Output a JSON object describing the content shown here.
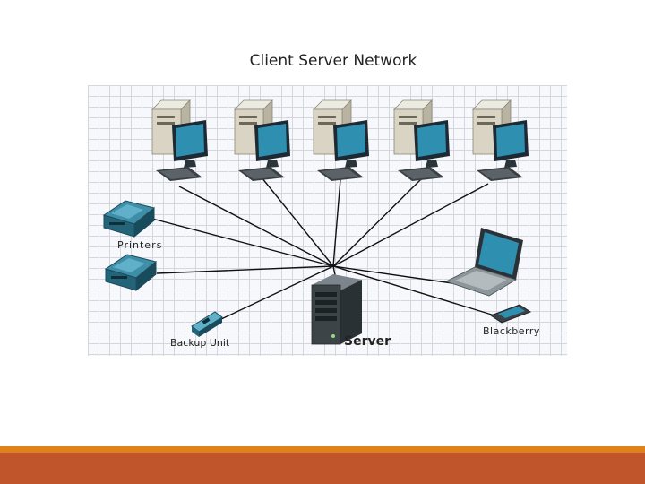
{
  "title": "Client Server Network",
  "labels": {
    "printers": "Printers",
    "backup_unit": "Backup Unit",
    "server": "Server",
    "blackberry": "Blackberry"
  },
  "nodes": {
    "workstations": 5,
    "printers": 2,
    "laptops": 1,
    "backup_units": 1,
    "smartphones": 1,
    "servers": 1
  },
  "colors": {
    "screen": "#2f8fb0",
    "tower": "#d9d4c4",
    "server": "#3d4448",
    "band_accent": "#e0821a",
    "band_main": "#c0542a"
  }
}
